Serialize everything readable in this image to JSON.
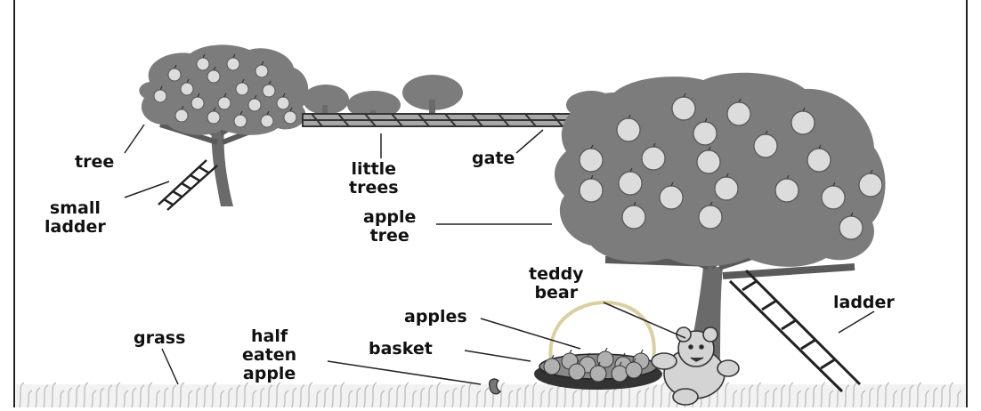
{
  "labels": {
    "tree": "tree",
    "small_ladder_1": "small",
    "small_ladder_2": "ladder",
    "little_trees_1": "little",
    "little_trees_2": "trees",
    "gate": "gate",
    "apple_tree_1": "apple",
    "apple_tree_2": "tree",
    "teddy_bear_1": "teddy",
    "teddy_bear_2": "bear",
    "ladder": "ladder",
    "apples": "apples",
    "basket": "basket",
    "grass": "grass",
    "half_eaten_apple_1": "half",
    "half_eaten_apple_2": "eaten",
    "half_eaten_apple_3": "apple"
  },
  "colors": {
    "foliage": "#7c7c7c",
    "foliage_dark": "#555555",
    "apple": "#dcdcdc",
    "trunk": "#6a6a6a",
    "line": "#222222",
    "basket_rim": "#d9cfa0"
  }
}
